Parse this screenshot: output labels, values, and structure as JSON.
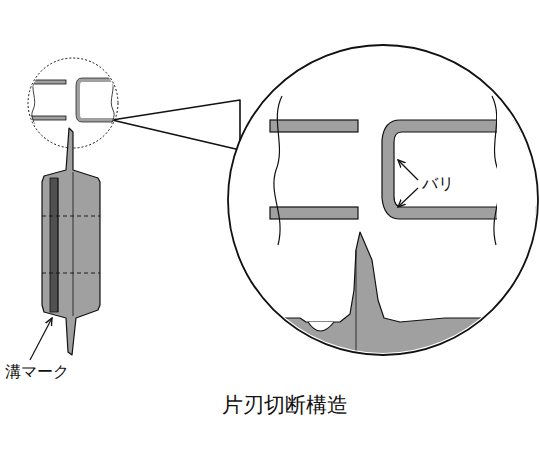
{
  "diagram": {
    "caption": "片刃切断構造",
    "labels": [
      "溝マーク",
      "バリ"
    ]
  }
}
